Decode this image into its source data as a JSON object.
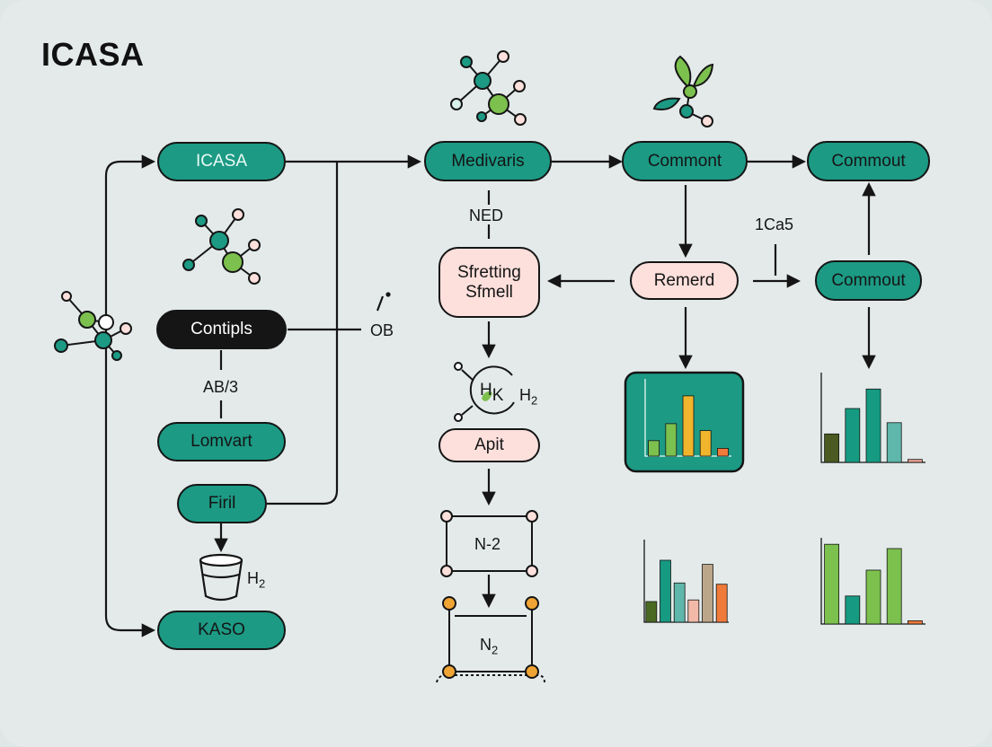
{
  "title": "ICASA",
  "nodes": {
    "icasa": "ICASA",
    "contipls": "Contipls",
    "lomvart": "Lomvart",
    "firil": "Firil",
    "kaso": "KASO",
    "medivaris": "Medivaris",
    "sfretting_line1": "Sfretting",
    "sfretting_line2": "Sfmell",
    "apit": "Apit",
    "n2_box": "N-2",
    "n2_bottom": "N",
    "n2_bottom_sub": "2",
    "commont": "Commont",
    "remerd": "Remerd",
    "commout_top": "Commout",
    "commout_mid": "Commout"
  },
  "labels": {
    "ab3": "AB/3",
    "ob": "OB",
    "ned": "NED",
    "ca5": "1Ca5",
    "h2_left": "H",
    "h2_left_sub": "2",
    "hk_h": "H",
    "hk_k": "K",
    "h2_mid": "H",
    "h2_mid_sub": "2"
  },
  "chart_data": [
    {
      "type": "bar",
      "framed": true,
      "categories": [
        "",
        "",
        "",
        "",
        ""
      ],
      "values": [
        20,
        42,
        78,
        33,
        10
      ],
      "ylim": [
        0,
        100
      ],
      "colors": [
        "#7cc04e",
        "#7cc04e",
        "#f0b52c",
        "#f0b52c",
        "#f07a3a"
      ]
    },
    {
      "type": "bar",
      "categories": [
        "",
        "",
        "",
        "",
        ""
      ],
      "values": [
        38,
        72,
        98,
        53,
        4
      ],
      "ylim": [
        0,
        120
      ],
      "colors": [
        "#4a5a20",
        "#169a82",
        "#169a82",
        "#5fb6aa",
        "#e6a08e"
      ]
    },
    {
      "type": "bar",
      "categories": [
        "",
        "",
        "",
        "",
        "",
        ""
      ],
      "values": [
        50,
        150,
        95,
        54,
        140,
        92
      ],
      "ylim": [
        0,
        200
      ],
      "colors": [
        "#4a6a24",
        "#169a82",
        "#5fb6aa",
        "#f2b9a8",
        "#bca68a",
        "#f07a3a"
      ]
    },
    {
      "type": "bar",
      "categories": [
        "",
        "",
        "",
        "",
        ""
      ],
      "values": [
        37,
        13,
        25,
        35,
        1.5
      ],
      "ylim": [
        0,
        40
      ],
      "colors": [
        "#7cc04e",
        "#169a82",
        "#7cc04e",
        "#7cc04e",
        "#f07a3a"
      ]
    }
  ],
  "colors": {
    "teal": "#1c9a84",
    "green": "#7cc04e",
    "pink": "#fde0dc",
    "dark": "#151515",
    "orange": "#f0a434"
  }
}
